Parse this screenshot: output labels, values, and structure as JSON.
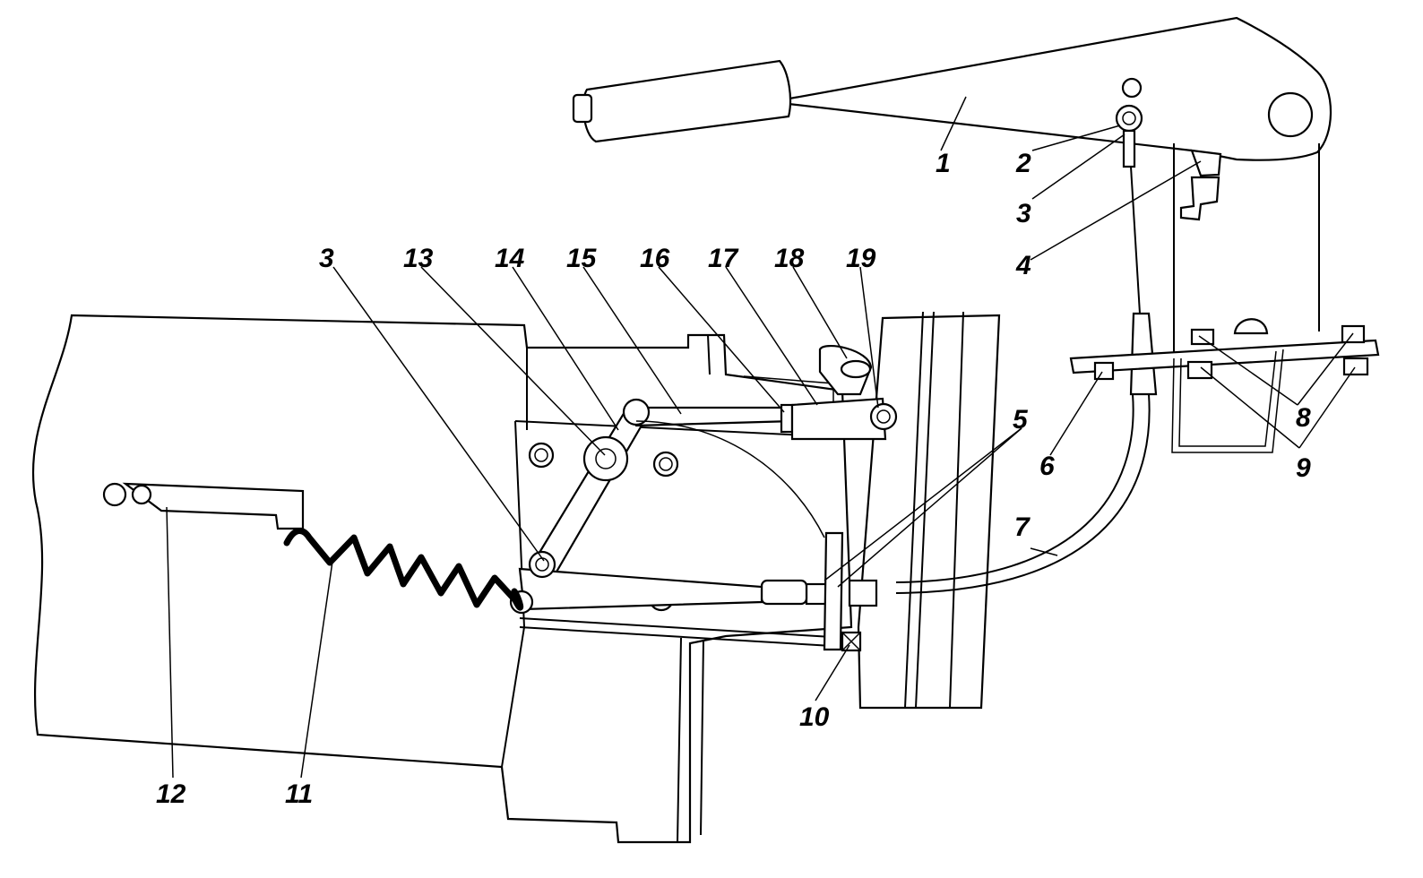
{
  "labels": {
    "l1": "1",
    "l2": "2",
    "l3a": "3",
    "l4": "4",
    "l3b": "3",
    "l13": "13",
    "l14": "14",
    "l15": "15",
    "l16": "16",
    "l17": "17",
    "l18": "18",
    "l19": "19",
    "l5": "5",
    "l6": "6",
    "l7": "7",
    "l8": "8",
    "l9": "9",
    "l10": "10",
    "l11": "11",
    "l12": "12"
  }
}
